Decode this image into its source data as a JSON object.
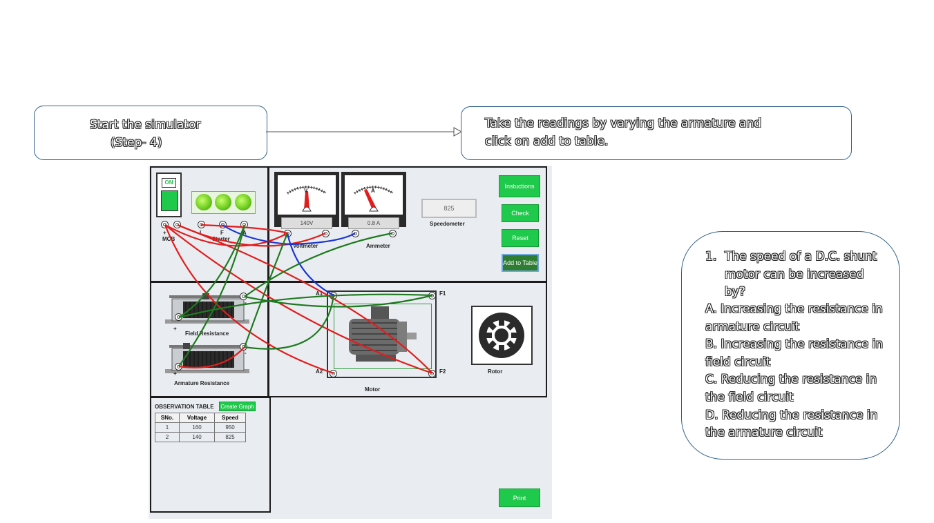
{
  "step_box": {
    "line1": "Start the simulator",
    "line2": "(Step- 4)"
  },
  "hint_box": {
    "line1": "Take the readings by varying the armature and",
    "line2": "click on add to table."
  },
  "quiz": {
    "number": "1.",
    "question": "The speed of a D.C. shunt motor can be increased by?",
    "options": [
      "A. Increasing the resistance in armature circuit",
      "B. Increasing the resistance in field circuit",
      "C. Reducing the resistance in the field circuit",
      "D. Reducing the resistance in the armature circuit"
    ]
  },
  "sim": {
    "mcb_label": "ON",
    "mcb_text": "MCB",
    "starter_text": "Starter",
    "starter_terms": {
      "l": "L",
      "f": "F",
      "a": "A"
    },
    "plus": "+",
    "minus": "-",
    "voltmeter": {
      "unit": "V",
      "reading": "140V",
      "label": "Voltmeter"
    },
    "ammeter": {
      "unit": "A",
      "reading": "0.8 A",
      "label": "Ammeter"
    },
    "speedometer": {
      "value": "825",
      "label": "Speedometer"
    },
    "buttons": {
      "instructions": "Instuctions",
      "check": "Check",
      "reset": "Reset",
      "add": "Add to Table",
      "print": "Print",
      "graph": "Create Graph"
    },
    "field_resistance": "Field Resistance",
    "armature_resistance": "Armature Resistance",
    "motor": {
      "label": "Motor",
      "a1": "A1",
      "a2": "A2",
      "f1": "F1",
      "f2": "F2"
    },
    "rotor": "Rotor",
    "table": {
      "title": "OBSERVATION TABLE",
      "headers": [
        "SNo.",
        "Voltage",
        "Speed"
      ],
      "rows": [
        [
          "1",
          "160",
          "950"
        ],
        [
          "2",
          "140",
          "825"
        ]
      ]
    }
  },
  "colors": {
    "accent_green": "#1fc94b",
    "wire_red": "#e31c1c",
    "wire_blue": "#1a33d6",
    "wire_green": "#1f7a1f"
  }
}
